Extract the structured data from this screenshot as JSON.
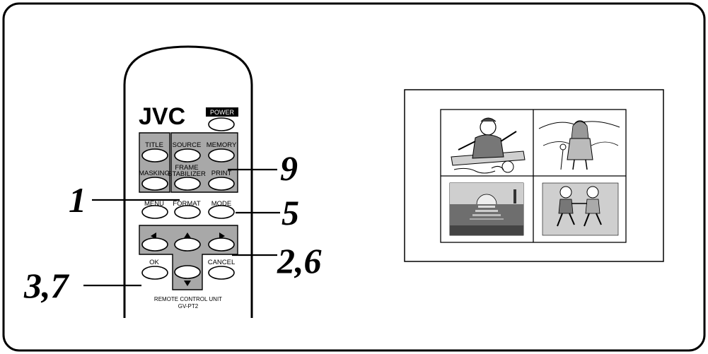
{
  "remote": {
    "brand": "JVC",
    "buttons": {
      "power": "POWER",
      "title": "TITLE",
      "source": "SOURCE",
      "memory": "MEMORY",
      "masking": "MASKING",
      "frame_stabilizer_line1": "FRAME",
      "frame_stabilizer_line2": "STABILIZER",
      "print": "PRINT",
      "menu": "MENU",
      "format": "FORMAT",
      "mode": "MODE",
      "ok": "OK",
      "cancel": "CANCEL"
    },
    "footer_line1": "REMOTE CONTROL UNIT",
    "footer_line2": "GV-PT2"
  },
  "callouts": {
    "c1": "1",
    "c9": "9",
    "c5": "5",
    "c26": "2,6",
    "c37": "3,7"
  },
  "colors": {
    "panel_gray": "#a8a8a8",
    "border": "#000000",
    "background": "#ffffff"
  },
  "icons": {
    "left": "triangle-left-icon",
    "up": "triangle-up-icon",
    "right": "triangle-right-icon",
    "down": "triangle-down-icon"
  }
}
